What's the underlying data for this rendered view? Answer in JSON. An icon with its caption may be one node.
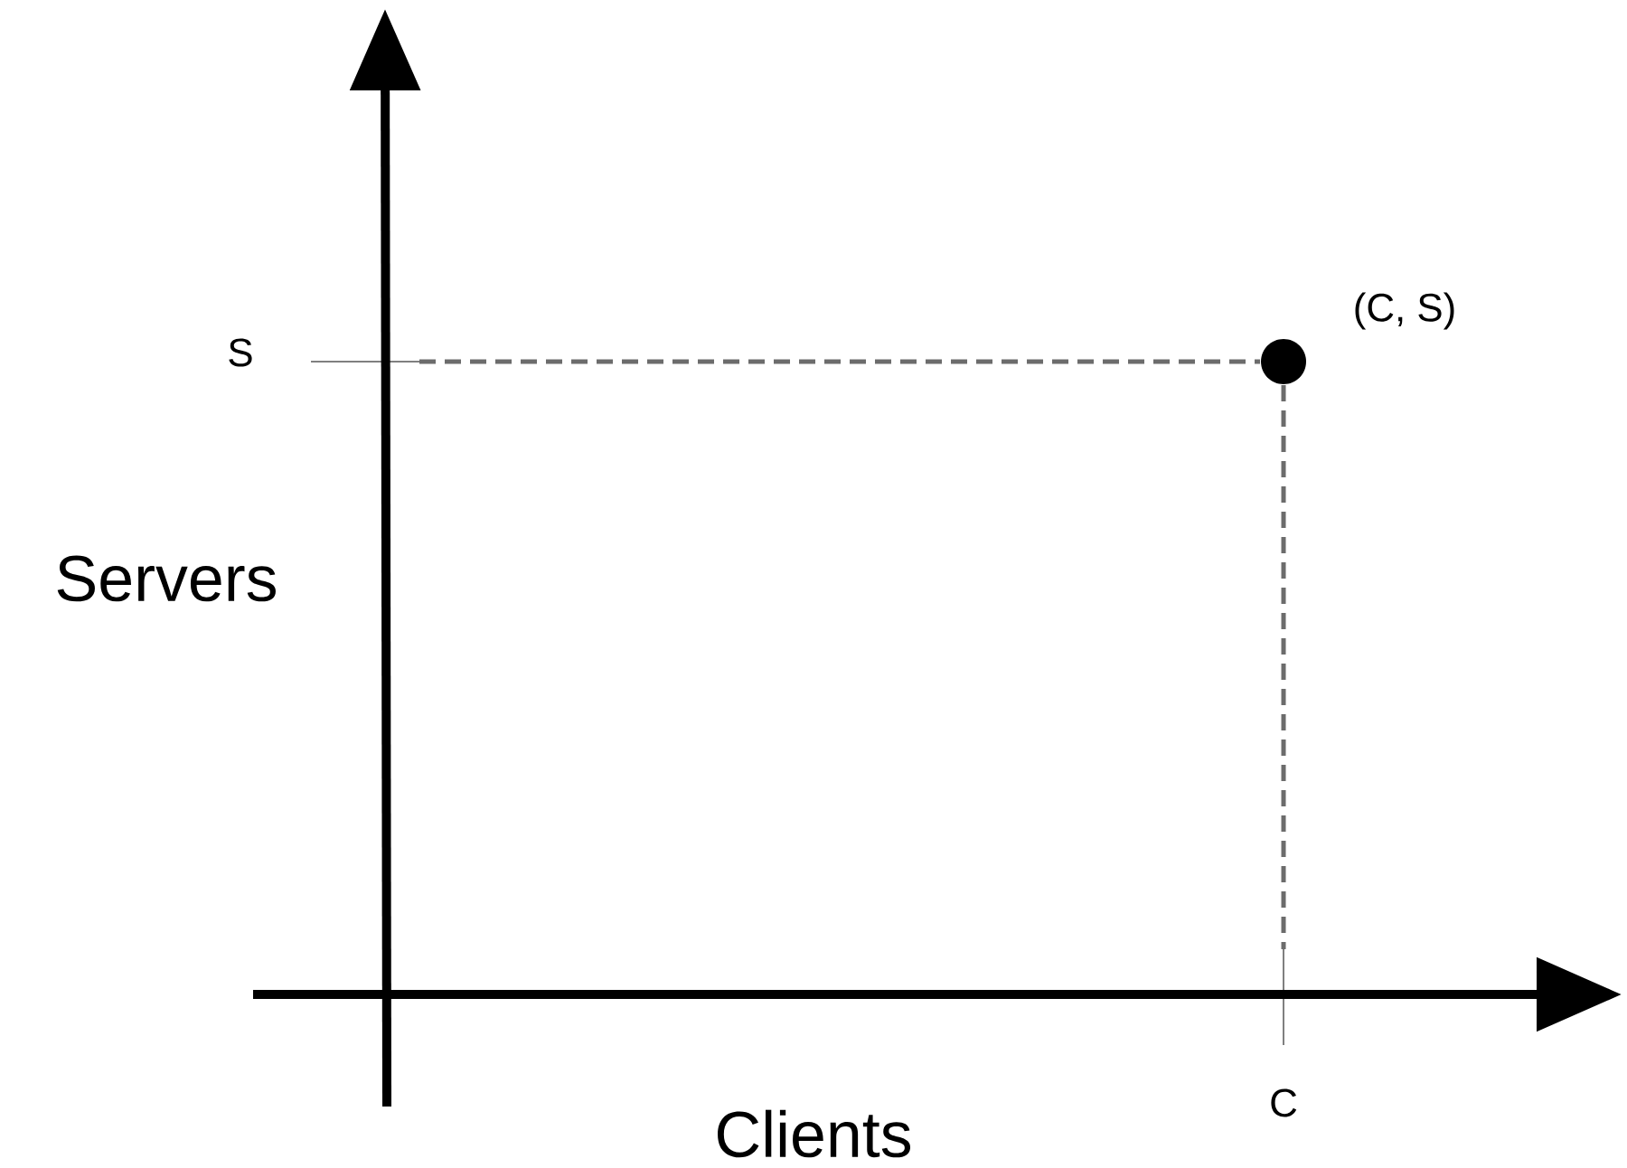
{
  "diagram": {
    "labels": [
      "S",
      "(C, S)",
      "Servers",
      "Clients",
      "C"
    ]
  }
}
